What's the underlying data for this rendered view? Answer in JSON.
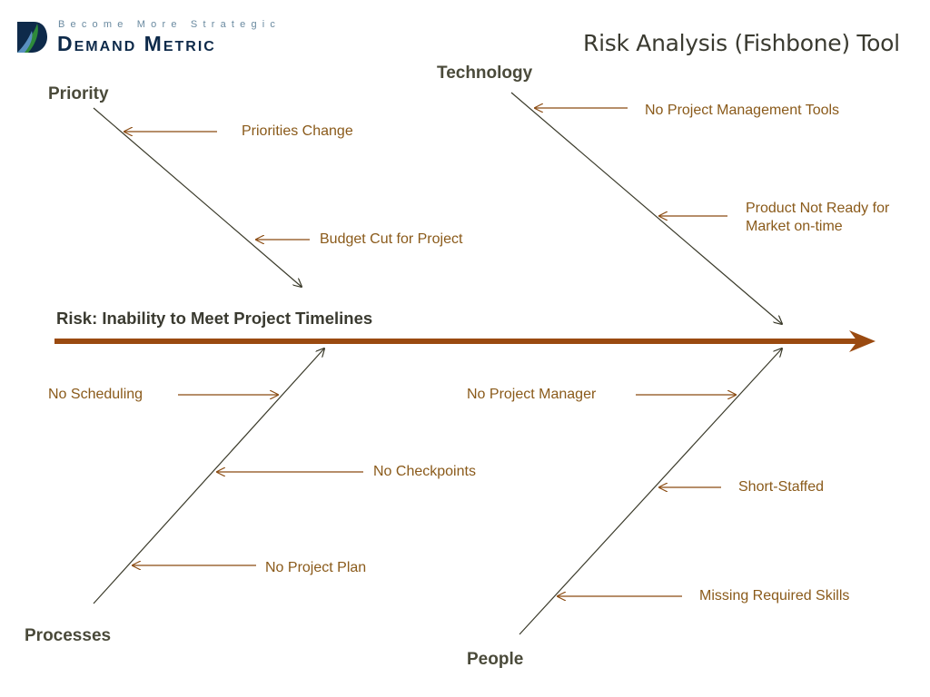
{
  "brand": {
    "tagline": "Become More Strategic",
    "name": "Demand Metric",
    "colors": {
      "navy": "#0e2a4a",
      "green": "#2e8b3a",
      "blue": "#5a8fc0"
    }
  },
  "title": "Risk Analysis (Fishbone) Tool",
  "risk_label": "Risk:  Inability to Meet Project Timelines",
  "colors": {
    "spine": "#9a4a10",
    "cause_text": "#8a5a1a",
    "arrow": "#8a4a10",
    "bone": "#3a3a2a"
  },
  "categories": {
    "priority": {
      "label": "Priority",
      "causes": [
        "Priorities Change",
        "Budget Cut for Project"
      ]
    },
    "technology": {
      "label": "Technology",
      "causes": [
        "No Project Management Tools",
        "Product Not Ready for",
        "Market on-time"
      ]
    },
    "processes": {
      "label": "Processes",
      "causes": [
        "No Scheduling",
        "No Checkpoints",
        "No Project Plan"
      ]
    },
    "people": {
      "label": "People",
      "causes": [
        "No Project Manager",
        "Short-Staffed",
        "Missing Required Skills"
      ]
    }
  }
}
